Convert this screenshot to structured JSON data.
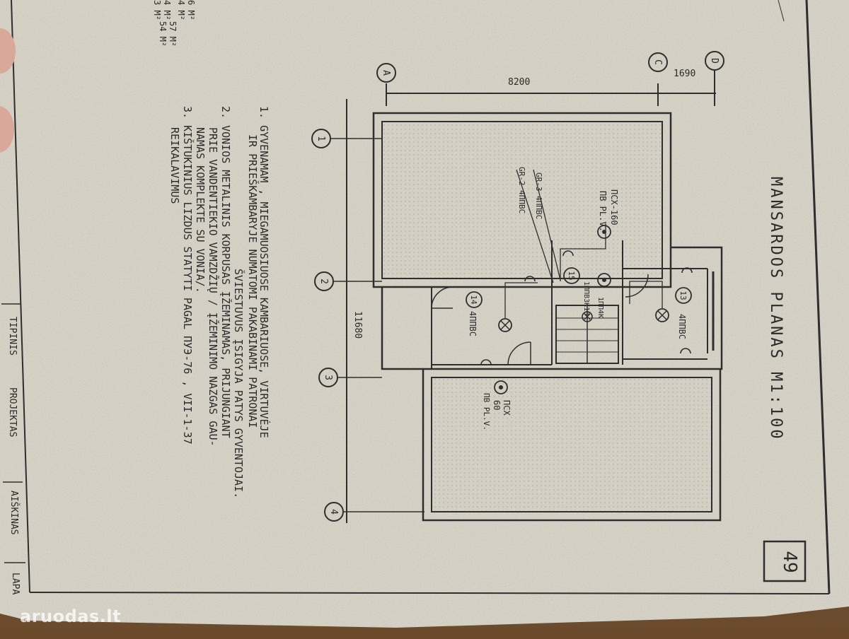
{
  "plan": {
    "title": "MANSARDOS  PLANAS  M1:100",
    "sheet_number": "49",
    "dimensions": {
      "top": "8200",
      "top_right": "1690",
      "left": "11680"
    },
    "axes": {
      "letters": [
        "A",
        "C",
        "D"
      ],
      "numbers": [
        "1",
        "2",
        "3",
        "4"
      ]
    },
    "rooms": [
      "13",
      "14",
      "15"
    ],
    "room_labels": {
      "r13": "4ΠΠΒC",
      "r14": "4ΠΠΒC"
    },
    "fixtures": {
      "psch160": "ΠCX-160",
      "pv_pl_top": "ΠB PL.V.",
      "gr3": "GR-3 4ΠΠΒC",
      "gr2": "GR-2 4ΠΠΒC",
      "stair_label": "1ΠΠΒ3Κ10",
      "stair_label2": "1ΠΠ4Κ",
      "psch60": "ΠCX",
      "psch60b": "60",
      "pv_pl_bottom": "ΠB PL.V."
    }
  },
  "notes": {
    "areas": [
      "4 M²",
      "3 M²",
      "6 M²",
      "4 M²",
      "57 M²",
      "54 M²"
    ],
    "lines": [
      "1.  GYVENAMAM ,  MIEGAMUOSIUOSE  KAMBARIUOSE,  VIRTUVĖJE",
      "IR  PRIEŠKAMBARYJE  NUMATOMI  PAKABINAMI  PATRONAI",
      "ŠVIESTUVUS  ĮSIGYJA  PATYS  GYVENTOJAI.",
      "2.  VONIOS  METALINIS  KORPUSAS  ĮŽEMINAMAS,  PRIJUNGIANT",
      "PRIE  VANDENTIEKIO  VAMZDŽIŲ  / ĮŽEMINIMO  NAZGAS GAU-",
      "NAMAS  KOMPLEKTE  SU  VONIA/.",
      "3.  KIŠTUKINIUS    LIZDUS  STATYTI  PAGAL  ΠУЭ-76 ,  VII-1-37",
      "REIKALAVIMUS"
    ]
  },
  "title_block": [
    "TIPINIS",
    "PROJEKTAS",
    "AIŠKINAS",
    "LAPA"
  ],
  "watermark": "aruodas.lt"
}
